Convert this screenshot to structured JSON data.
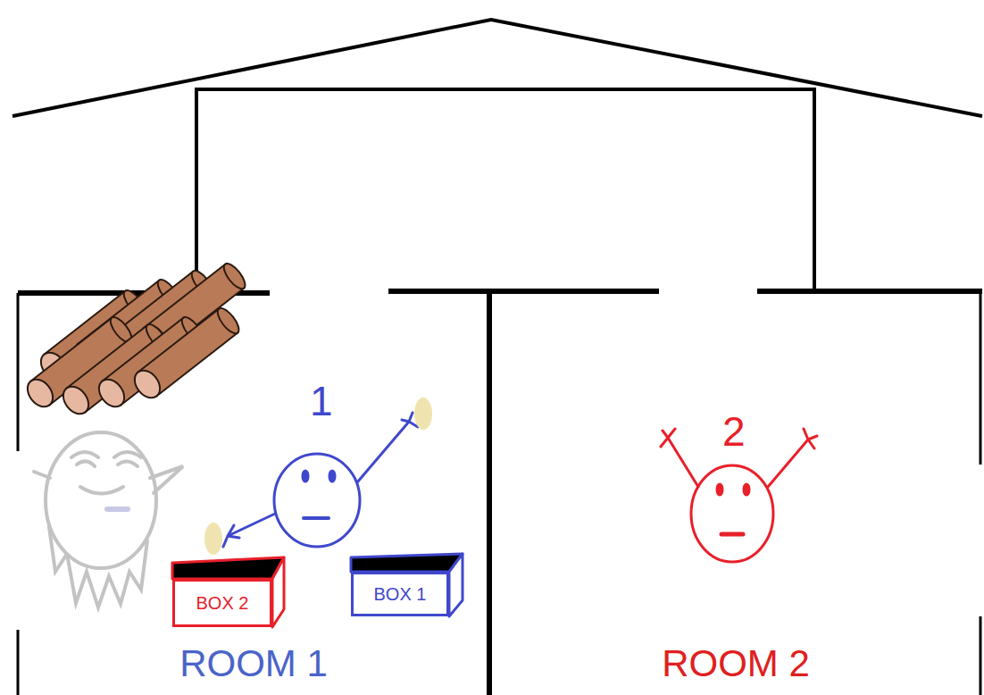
{
  "diagram": {
    "nodes": [
      {
        "text": [
          "ROOM 1"
        ]
      },
      {
        "text": [
          "BOX 2"
        ],
        "in": 0
      },
      {
        "text": [
          "BOX 1"
        ],
        "in": 0
      },
      {
        "text": [
          "ROOM 2"
        ]
      }
    ],
    "labels": [
      "1",
      "2"
    ]
  }
}
